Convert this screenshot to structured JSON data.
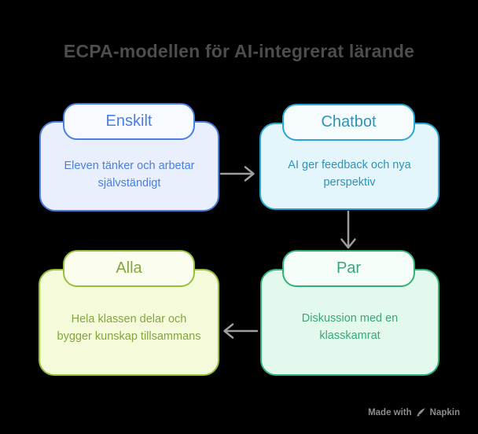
{
  "title": "ECPA-modellen för AI-integrerat lärande",
  "title_color": "#4d4d4d",
  "background_color": "#000000",
  "diagram": {
    "nodes": [
      {
        "id": "enskilt",
        "label": "Enskilt",
        "description": "Eleven tänker och arbetar självständigt",
        "border_color": "#4a7ee0",
        "fill_color": "#e9effc",
        "header_fill": "#f7faff",
        "text_color": "#4a7ee0"
      },
      {
        "id": "chatbot",
        "label": "Chatbot",
        "description": "AI ger feedback och nya perspektiv",
        "border_color": "#27a7d3",
        "fill_color": "#e4f6fb",
        "header_fill": "#f6fcfe",
        "text_color": "#2d93b8"
      },
      {
        "id": "par",
        "label": "Par",
        "description": "Diskussion med en klasskamrat",
        "border_color": "#30b277",
        "fill_color": "#e3f9ee",
        "header_fill": "#f5fdf9",
        "text_color": "#3aa678"
      },
      {
        "id": "alla",
        "label": "Alla",
        "description": "Hela klassen delar och bygger kunskap tillsammans",
        "border_color": "#95c13d",
        "fill_color": "#f4fada",
        "header_fill": "#fbfdee",
        "text_color": "#83a73e"
      }
    ],
    "connections": [
      {
        "from": "Enskilt",
        "to": "Chatbot",
        "direction": "right"
      },
      {
        "from": "Chatbot",
        "to": "Par",
        "direction": "down"
      },
      {
        "from": "Par",
        "to": "Alla",
        "direction": "left"
      }
    ],
    "arrow_color": "#9e9e9e"
  },
  "watermark": {
    "prefix": "Made with",
    "brand": "Napkin",
    "color": "#8c8c8c"
  }
}
